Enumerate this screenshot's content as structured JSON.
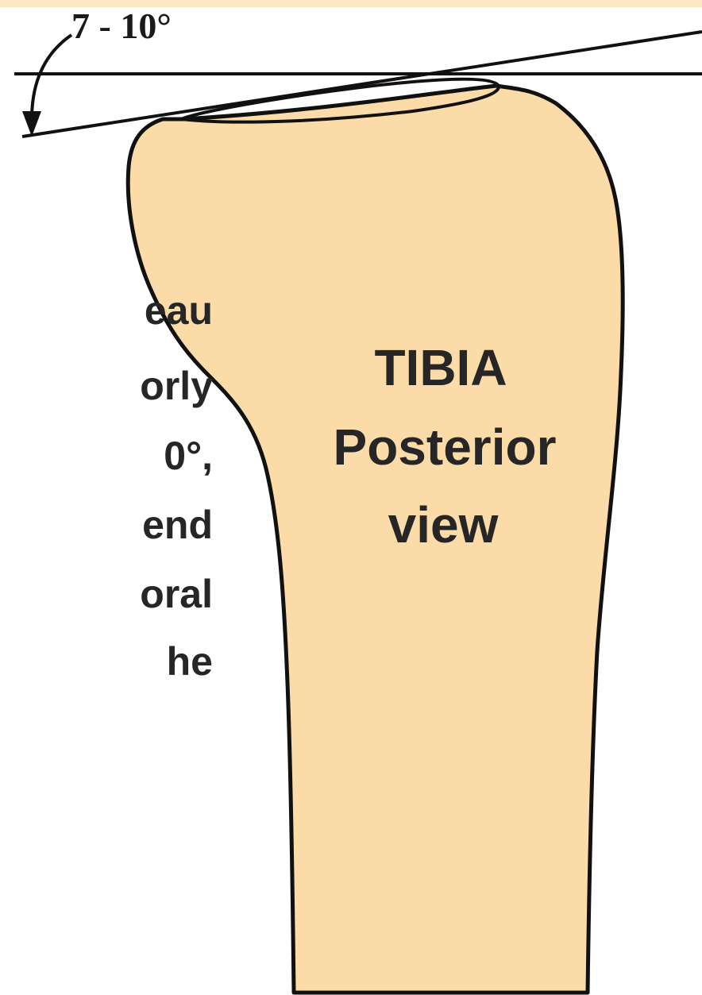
{
  "colors": {
    "top_band": "#fbe7c2",
    "bone_fill": "#fbdca8",
    "outline": "#111111",
    "text": "#262626"
  },
  "angle_label": "7 - 10°",
  "bone_label": {
    "line1": "TIBIA",
    "line2": "Posterior",
    "line3": "view"
  },
  "side_text_fragments": [
    "eau",
    "orly",
    "0°,",
    "end",
    "oral",
    "he"
  ],
  "icons": {
    "angle_arrow": "curved-arrow-down-icon"
  }
}
